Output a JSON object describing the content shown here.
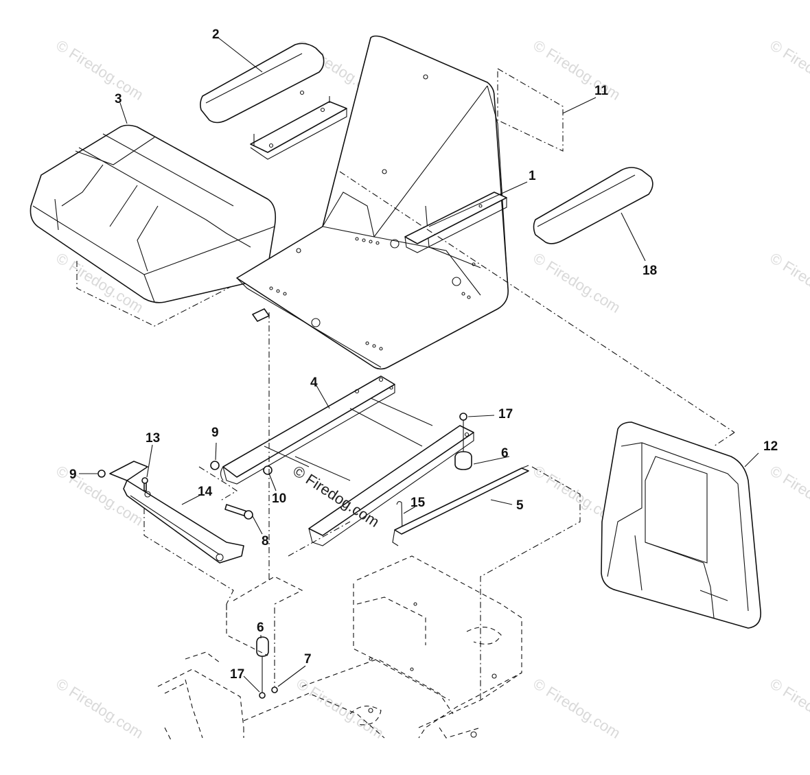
{
  "watermark": "© Firedog.com",
  "callouts": [
    {
      "id": "c1",
      "text": "1"
    },
    {
      "id": "c2",
      "text": "2"
    },
    {
      "id": "c3",
      "text": "3"
    },
    {
      "id": "c4",
      "text": "4"
    },
    {
      "id": "c5",
      "text": "5"
    },
    {
      "id": "c6a",
      "text": "6"
    },
    {
      "id": "c6b",
      "text": "6"
    },
    {
      "id": "c7",
      "text": "7"
    },
    {
      "id": "c8",
      "text": "8"
    },
    {
      "id": "c9a",
      "text": "9"
    },
    {
      "id": "c9b",
      "text": "9"
    },
    {
      "id": "c10",
      "text": "10"
    },
    {
      "id": "c11",
      "text": "11"
    },
    {
      "id": "c12",
      "text": "12"
    },
    {
      "id": "c13",
      "text": "13"
    },
    {
      "id": "c14",
      "text": "14"
    },
    {
      "id": "c15",
      "text": "15"
    },
    {
      "id": "c17a",
      "text": "17"
    },
    {
      "id": "c17b",
      "text": "17"
    },
    {
      "id": "c18",
      "text": "18"
    }
  ]
}
